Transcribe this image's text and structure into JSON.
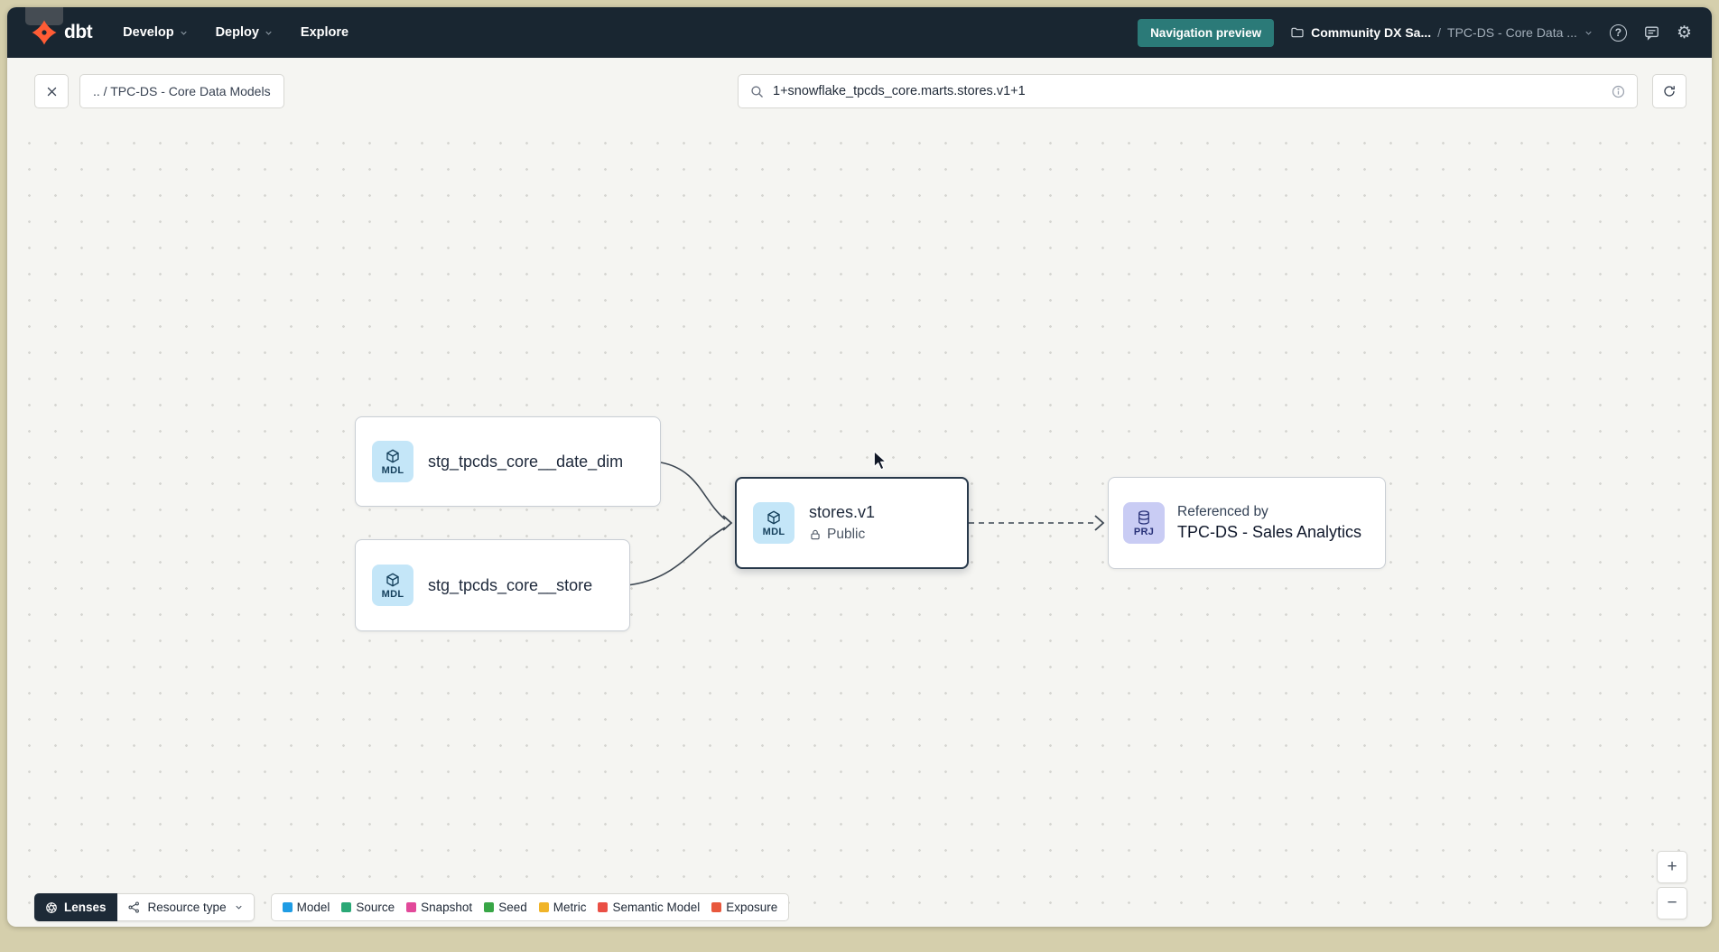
{
  "navbar": {
    "brand": "dbt",
    "menu": [
      {
        "label": "Develop"
      },
      {
        "label": "Deploy"
      },
      {
        "label": "Explore"
      }
    ],
    "preview_button": "Navigation preview",
    "account": "Community DX Sa...",
    "breadcrumb_sep": "/",
    "project": "TPC-DS - Core Data ..."
  },
  "toolbar": {
    "breadcrumb": ".. / TPC-DS - Core Data Models",
    "search": {
      "value": "1+snowflake_tpcds_core.marts.stores.v1+1"
    }
  },
  "canvas": {
    "nodes": [
      {
        "badge": "MDL",
        "label": "stg_tpcds_core__date_dim"
      },
      {
        "badge": "MDL",
        "label": "stg_tpcds_core__store"
      },
      {
        "badge": "MDL",
        "label": "stores.v1",
        "access": "Public",
        "selected": true
      },
      {
        "badge": "PRJ",
        "caption": "Referenced by",
        "label": "TPC-DS - Sales Analytics"
      }
    ]
  },
  "footer": {
    "lenses_label": "Lenses",
    "resource_type_label": "Resource type",
    "legend": [
      {
        "label": "Model",
        "color": "#1f9ce4"
      },
      {
        "label": "Source",
        "color": "#2aa876"
      },
      {
        "label": "Snapshot",
        "color": "#e2499a"
      },
      {
        "label": "Seed",
        "color": "#38a646"
      },
      {
        "label": "Metric",
        "color": "#f0b429"
      },
      {
        "label": "Semantic Model",
        "color": "#ea4f45"
      },
      {
        "label": "Exposure",
        "color": "#e8583d"
      }
    ]
  },
  "zoom": {
    "in_label": "+",
    "out_label": "−"
  },
  "icons": {
    "help_glyph": "?",
    "gear_glyph": "⚙"
  },
  "colors": {
    "navbar_bg": "#192631",
    "preview_button_bg": "#2b7a78",
    "brand_orange": "#ff5c35",
    "model_badge_bg": "#c4e6f8",
    "project_badge_bg": "#c9ccf4",
    "selected_border": "#27384a"
  }
}
